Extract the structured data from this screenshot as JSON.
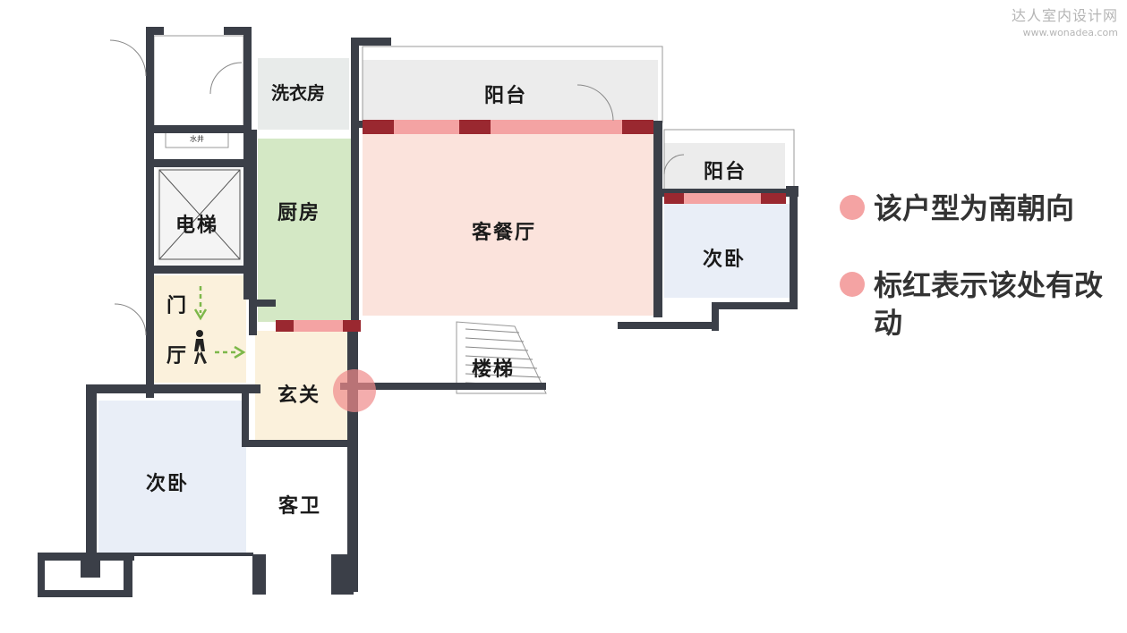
{
  "watermark": {
    "site_name": "达人室内设计网",
    "url": "www.wonadea.com"
  },
  "rooms": {
    "laundry": "洗衣房",
    "balcony_main": "阳台",
    "balcony_side": "阳台",
    "elevator": "电梯",
    "kitchen": "厨房",
    "living_dining": "客餐厅",
    "bedroom_right": "次卧",
    "door_char": "门",
    "hall_char": "厅",
    "stairs": "楼梯",
    "foyer": "玄关",
    "bedroom_left": "次卧",
    "guest_bath": "客卫",
    "water_well": "水井"
  },
  "legend": [
    {
      "text": "该户型为南朝向",
      "color": "#f4a3a3"
    },
    {
      "text": "标红表示该处有改动",
      "color": "#f4a3a3"
    }
  ],
  "colors": {
    "wall": "#3b3f48",
    "kitchen_fill": "#d4e8c5",
    "living_fill": "#fbe3dc",
    "bedroom_fill": "#e9eef7",
    "foyer_fill": "#fbf1dc",
    "balcony_fill": "#ececec",
    "change_mark": "#f4a3a3",
    "change_dark": "#9a2830",
    "arrow": "#7db84a"
  }
}
